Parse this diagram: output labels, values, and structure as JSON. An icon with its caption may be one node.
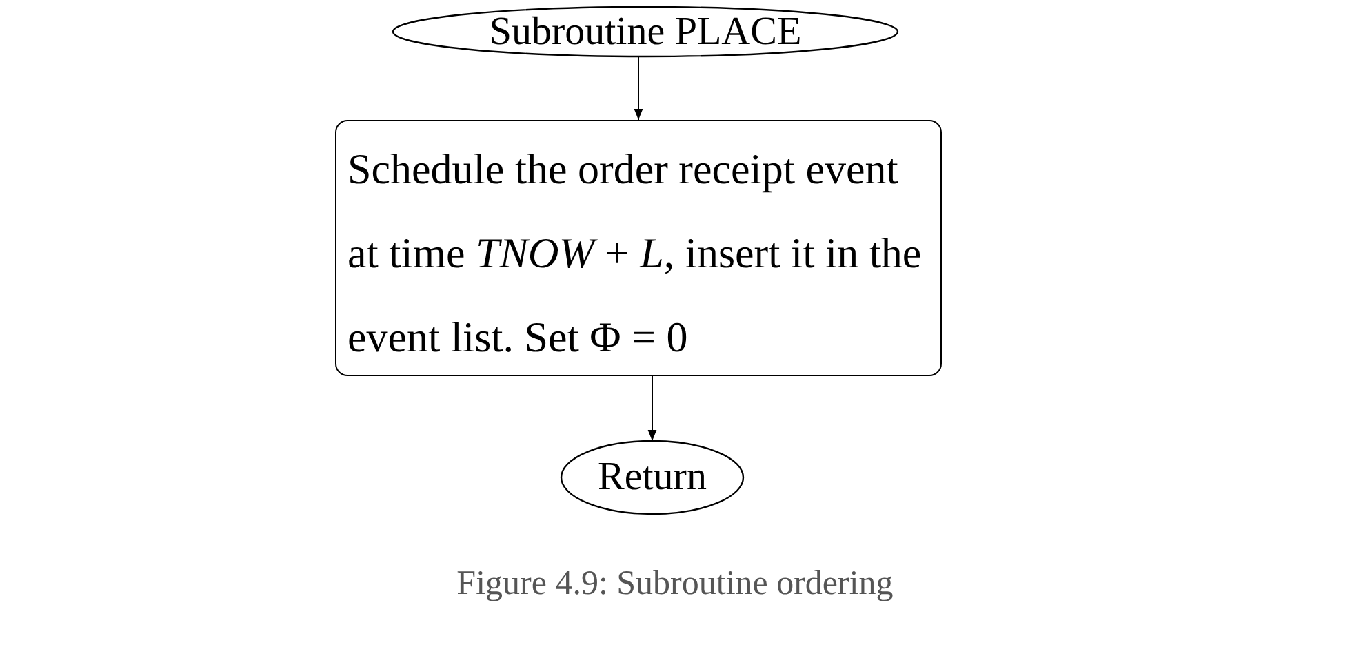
{
  "diagram": {
    "caption": "Figure 4.9: Subroutine ordering",
    "nodes": [
      {
        "text": [
          "Subroutine PLACE"
        ]
      },
      {
        "text": [
          "Schedule the order receipt event at time *TNOW* + *L*, insert it in the event list. Set Φ = 0"
        ]
      },
      {
        "text": [
          "Return"
        ]
      }
    ],
    "edges": [
      {
        "from": 0,
        "to": 1,
        "arrow": "to"
      },
      {
        "from": 1,
        "to": 2,
        "arrow": "to"
      }
    ]
  }
}
